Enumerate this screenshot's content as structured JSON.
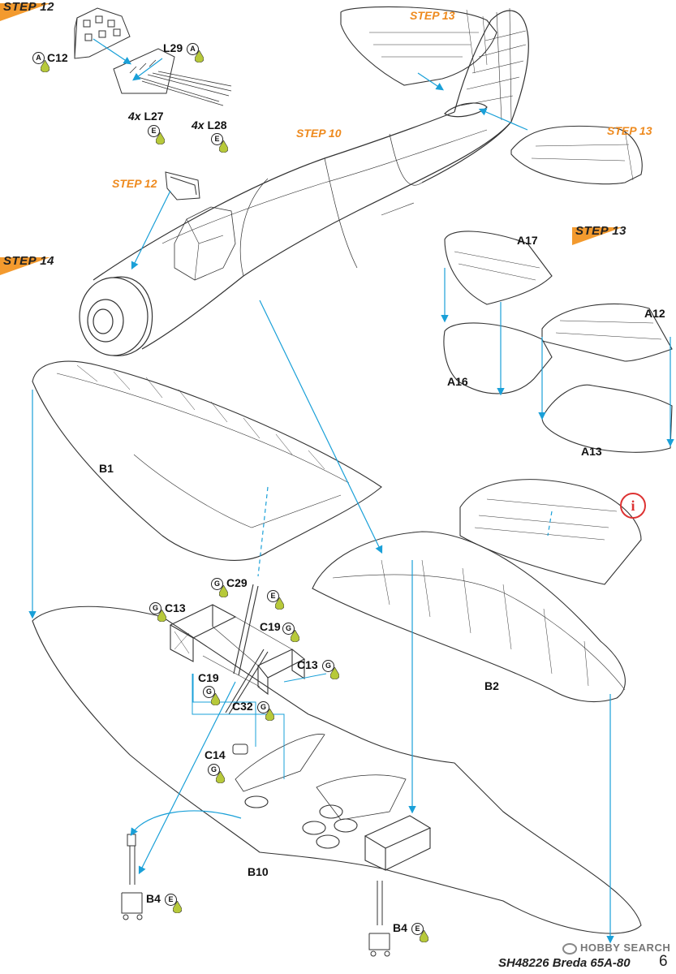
{
  "document": {
    "code": "SH48226 Breda 65A-80",
    "page": "6",
    "watermark": "HOBBY SEARCH"
  },
  "steps": [
    {
      "id": "step12-header",
      "label": "STEP 12",
      "style": "flag"
    },
    {
      "id": "step14-header",
      "label": "STEP 14",
      "style": "flag"
    },
    {
      "id": "step13-header",
      "label": "STEP 13",
      "style": "flag"
    },
    {
      "id": "step13-ref-top",
      "label": "STEP 13",
      "style": "orange"
    },
    {
      "id": "step13-ref-right",
      "label": "STEP 13",
      "style": "orange"
    },
    {
      "id": "step10-ref",
      "label": "STEP 10",
      "style": "orange"
    },
    {
      "id": "step12-ref",
      "label": "STEP 12",
      "style": "orange"
    }
  ],
  "parts": {
    "c12": {
      "name": "C12",
      "color": "A"
    },
    "l29": {
      "name": "L29",
      "color": "A"
    },
    "l27": {
      "qty": "4x",
      "name": "L27",
      "color": "E"
    },
    "l28": {
      "qty": "4x",
      "name": "L28",
      "color": "E"
    },
    "a17": {
      "name": "A17"
    },
    "a16": {
      "name": "A16"
    },
    "a12": {
      "name": "A12"
    },
    "a13": {
      "name": "A13"
    },
    "b1": {
      "name": "B1"
    },
    "b2": {
      "name": "B2"
    },
    "b10": {
      "name": "B10"
    },
    "c29": {
      "name": "C29",
      "color": "G"
    },
    "c13_left": {
      "name": "C13",
      "color": "G"
    },
    "c13_right": {
      "name": "C13",
      "color": "G"
    },
    "c19_right": {
      "name": "C19",
      "color": "G"
    },
    "c19_left": {
      "name": "C19",
      "color": "G"
    },
    "c32": {
      "name": "C32",
      "color": "G"
    },
    "c14": {
      "name": "C14",
      "color": "G"
    },
    "b4_left": {
      "name": "B4",
      "color": "E"
    },
    "b4_right": {
      "name": "B4",
      "color": "E"
    },
    "e_c29": {
      "color": "E"
    }
  },
  "info_icon": {
    "glyph": "i",
    "color": "#d33"
  },
  "colors": {
    "accent_orange": "#f39a2e",
    "arrow_blue": "#1aa0d8",
    "paint_drop": "#b7c93a",
    "line": "#333333"
  }
}
